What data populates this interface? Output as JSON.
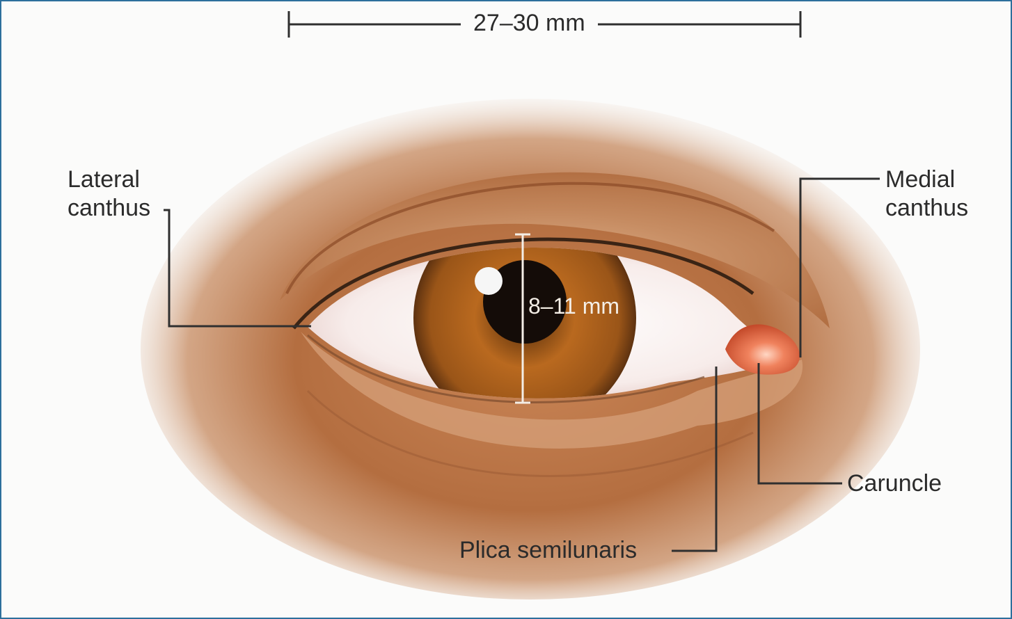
{
  "diagram": {
    "width_dimension": "27–30 mm",
    "cornea_dimension": "8–11 mm",
    "labels": {
      "lateral_canthus": [
        "Lateral",
        "canthus"
      ],
      "medial_canthus": [
        "Medial",
        "canthus"
      ],
      "caruncle": "Caruncle",
      "plica_semilunaris": "Plica semilunaris"
    }
  },
  "colors": {
    "frame_border": "#2d6f9c",
    "skin": "#b06a3e",
    "iris": "#9a5518",
    "pupil": "#140c08",
    "caruncle": "#e8643e",
    "label_text": "#2b2b2b"
  }
}
